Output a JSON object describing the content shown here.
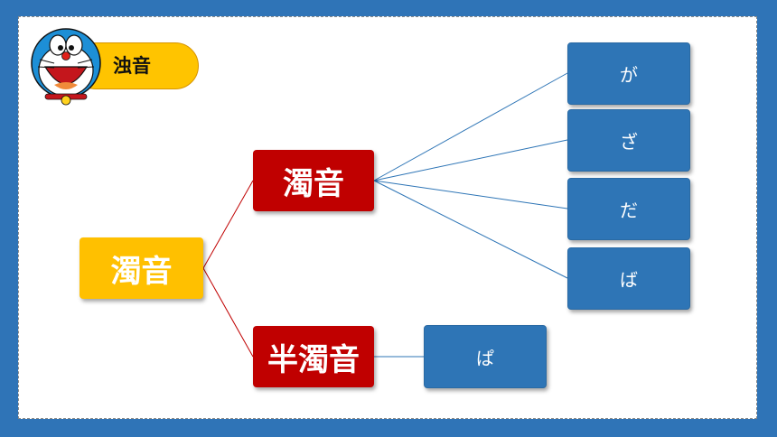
{
  "title": "浊音",
  "diagram": {
    "root": "濁音",
    "children": [
      {
        "label": "濁音",
        "leaves": [
          "が",
          "ざ",
          "だ",
          "ば"
        ]
      },
      {
        "label": "半濁音",
        "leaves": [
          "ぱ"
        ]
      }
    ]
  },
  "colors": {
    "background": "#2f74b7",
    "root_fill": "#ffc000",
    "branch_fill": "#c00000",
    "leaf_fill": "#2e75b6",
    "title_pill": "#ffc400"
  },
  "icons": {
    "mascot": "doraemon-mascot-icon"
  }
}
